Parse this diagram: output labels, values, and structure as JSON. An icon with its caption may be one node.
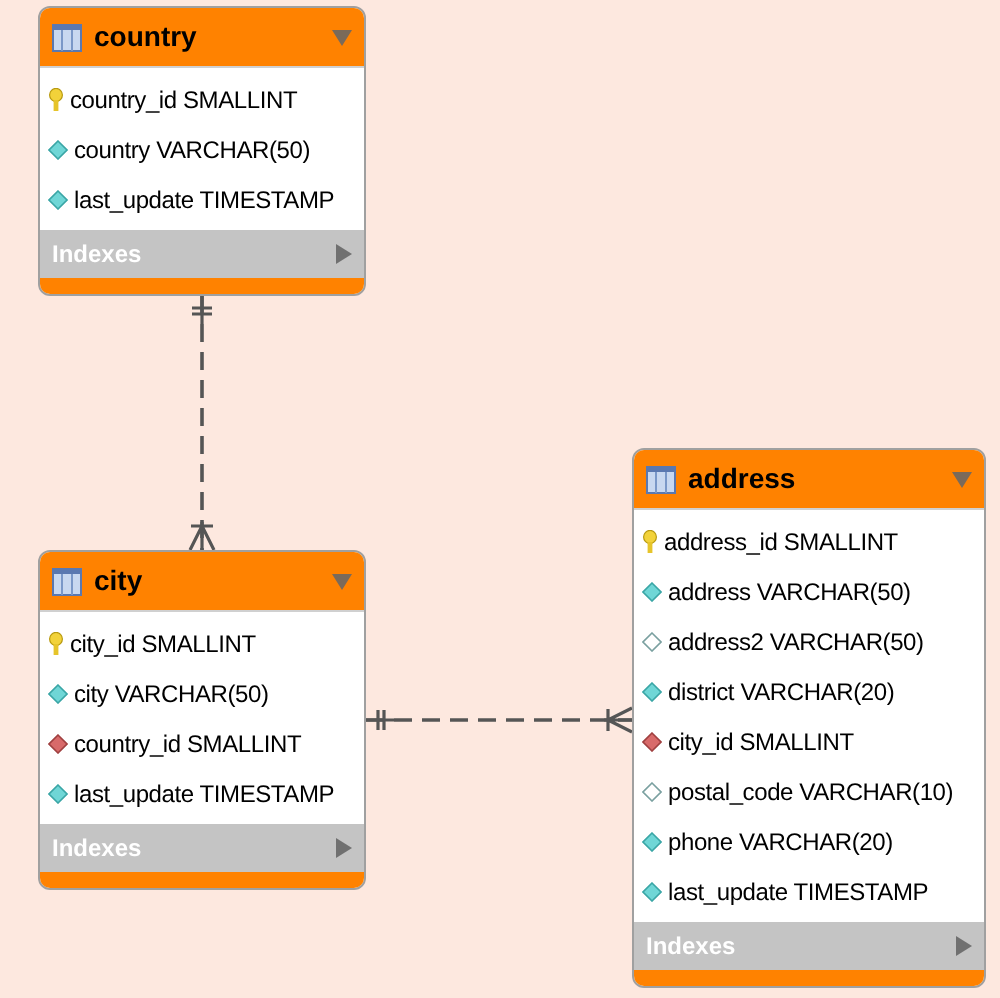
{
  "diagram": {
    "nodes": [
      {
        "text": [
          "country",
          "country_id SMALLINT",
          "country VARCHAR(50)",
          "last_update TIMESTAMP",
          "Indexes"
        ]
      },
      {
        "text": [
          "city",
          "city_id SMALLINT",
          "city VARCHAR(50)",
          "country_id SMALLINT",
          "last_update TIMESTAMP",
          "Indexes"
        ]
      },
      {
        "text": [
          "address",
          "address_id SMALLINT",
          "address VARCHAR(50)",
          "address2 VARCHAR(50)",
          "district VARCHAR(20)",
          "city_id SMALLINT",
          "postal_code VARCHAR(10)",
          "phone VARCHAR(20)",
          "last_update TIMESTAMP",
          "Indexes"
        ]
      }
    ],
    "edges": [
      {
        "from": 0,
        "to": 1,
        "arrow": "other",
        "style": "dashed"
      },
      {
        "from": 1,
        "to": 2,
        "arrow": "other",
        "style": "dashed"
      }
    ]
  }
}
